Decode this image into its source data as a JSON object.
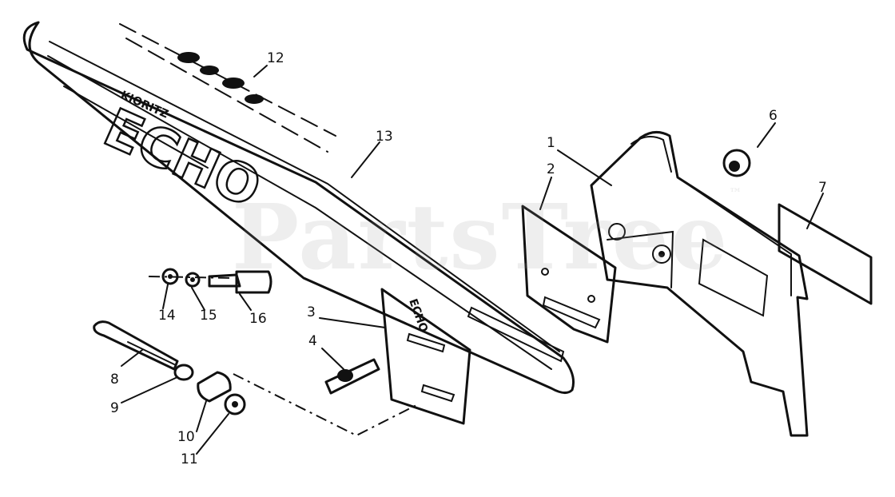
{
  "watermark": {
    "text": "PartsTree",
    "mark": "™"
  },
  "bar": {
    "brand_small": "KIORITZ",
    "brand_large": "ECHO"
  },
  "plate_text": "ECHO",
  "callouts": [
    {
      "id": "1",
      "text": "1"
    },
    {
      "id": "2",
      "text": "2"
    },
    {
      "id": "3",
      "text": "3"
    },
    {
      "id": "4",
      "text": "4"
    },
    {
      "id": "6",
      "text": "6"
    },
    {
      "id": "7",
      "text": "7"
    },
    {
      "id": "8",
      "text": "8"
    },
    {
      "id": "9",
      "text": "9"
    },
    {
      "id": "10",
      "text": "10"
    },
    {
      "id": "11",
      "text": "11"
    },
    {
      "id": "12",
      "text": "12"
    },
    {
      "id": "13",
      "text": "13"
    },
    {
      "id": "14",
      "text": "14"
    },
    {
      "id": "15",
      "text": "15"
    },
    {
      "id": "16",
      "text": "16"
    }
  ]
}
